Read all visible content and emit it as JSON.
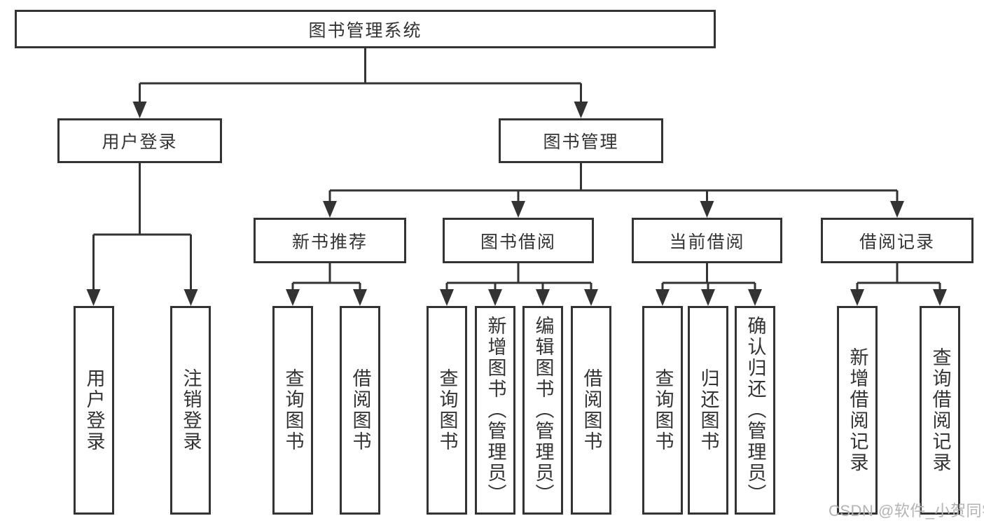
{
  "tree": {
    "root": {
      "label": "图书管理系统"
    },
    "level2": [
      {
        "label": "用户登录"
      },
      {
        "label": "图书管理"
      }
    ],
    "level3": [
      {
        "label": "新书推荐"
      },
      {
        "label": "图书借阅"
      },
      {
        "label": "当前借阅"
      },
      {
        "label": "借阅记录"
      }
    ],
    "leaves": {
      "user_login": [
        {
          "label": "用户登录"
        },
        {
          "label": "注销登录"
        }
      ],
      "new_book": [
        {
          "label": "查询图书"
        },
        {
          "label": "借阅图书"
        }
      ],
      "book_borrow": [
        {
          "label": "查询图书"
        },
        {
          "label": "新增图书（管理员）"
        },
        {
          "label": "编辑图书（管理员）"
        },
        {
          "label": "借阅图书"
        }
      ],
      "current_borrow": [
        {
          "label": "查询图书"
        },
        {
          "label": "归还图书"
        },
        {
          "label": "确认归还（管理员）"
        }
      ],
      "borrow_record": [
        {
          "label": "新增借阅记录"
        },
        {
          "label": "查询借阅记录"
        }
      ]
    }
  },
  "watermark": {
    "text": "CSDN @软件_小贺同学"
  },
  "colors": {
    "line": "#333333",
    "text": "#333333",
    "bg": "#ffffff",
    "wm": "#b3b3b3"
  }
}
